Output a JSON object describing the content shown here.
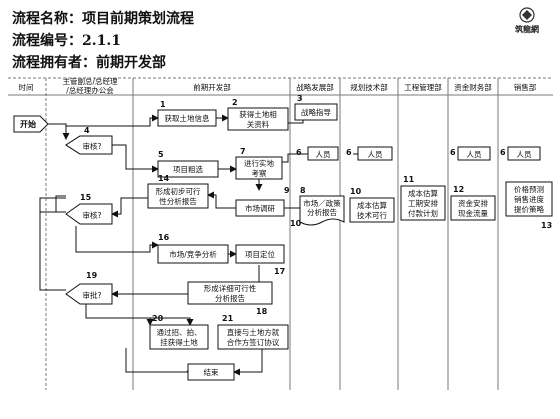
{
  "header": {
    "name_line": "流程名称：项目前期策划流程",
    "code_line": "流程编号：2.1.1",
    "owner_line": "流程拥有者：前期开发部"
  },
  "logo": {
    "text": "筑龍網"
  },
  "lanes": {
    "time": "时间",
    "gm_office": [
      "主管副总/总经理",
      "/总经理办公会"
    ],
    "early_dev": "前期开发部",
    "strategy": "战略发展部",
    "planning_tech": "规划技术部",
    "engineering": "工程管理部",
    "finance": "资金财务部",
    "sales": "销售部"
  },
  "start_label": "开始",
  "end_label": "结束",
  "decisions": {
    "approve": "审核?",
    "review": "审核?",
    "sanction": "审批?"
  },
  "tasks": {
    "t1": [
      "获取土地信息"
    ],
    "t2": [
      "获得土地相",
      "关资料"
    ],
    "t3": [
      "战略指导"
    ],
    "t5": [
      "项目粗选"
    ],
    "t6a": [
      "人员"
    ],
    "t6b": [
      "人员"
    ],
    "t6c": [
      "人员"
    ],
    "t6d": [
      "人员"
    ],
    "t7": [
      "进行实地",
      "考察"
    ],
    "t8": [
      "市场调研"
    ],
    "t8doc": [
      "市场／政策",
      "分析报告"
    ],
    "t10": [
      "成本估算",
      "技术可行"
    ],
    "t11": [
      "成本估算",
      "工期安排",
      "付款计划"
    ],
    "t12": [
      "资金安排",
      "现金流量"
    ],
    "t13": [
      "价格预测",
      "销售进度",
      "提价策略"
    ],
    "t14": [
      "形成初步可行",
      "性分析报告"
    ],
    "t16": [
      "市场/竞争分析"
    ],
    "t17": [
      "项目定位"
    ],
    "t18": [
      "形成详细可行性",
      "分析报告"
    ],
    "t20": [
      "通过招、拍、",
      "挂获得土地"
    ],
    "t21": [
      "直接与土地方就",
      "合作方签订协议"
    ]
  },
  "step_numbers": {
    "n1": "1",
    "n2": "2",
    "n3": "3",
    "n4": "4",
    "n5": "5",
    "n6a": "6",
    "n6b": "6",
    "n6c": "6",
    "n6d": "6",
    "n7": "7",
    "n8": "8",
    "n9": "9",
    "n10a": "10",
    "n10b": "10",
    "n11": "11",
    "n12": "12",
    "n13": "13",
    "n14": "14",
    "n15": "15",
    "n16": "16",
    "n17": "17",
    "n18": "18",
    "n19": "19",
    "n20": "20",
    "n21": "21"
  },
  "colors": {
    "line": "#111111",
    "grid": "#7a7a7a",
    "paper": "#ffffff"
  }
}
